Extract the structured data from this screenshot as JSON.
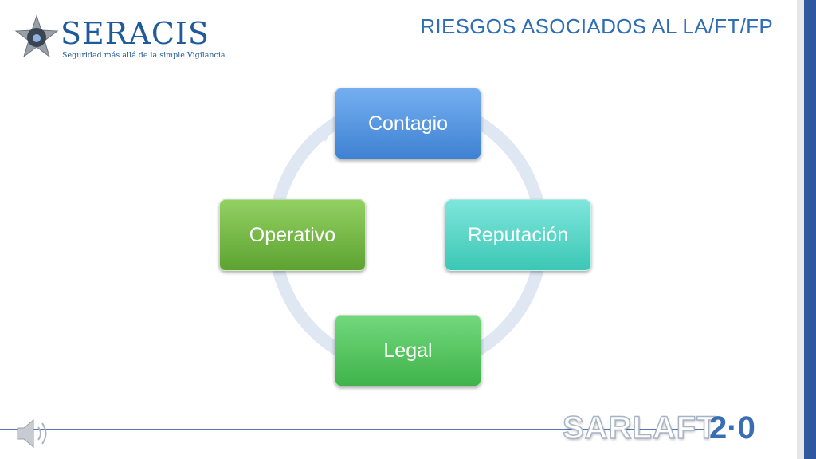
{
  "logo": {
    "name": "SERACIS",
    "tagline": "Seguridad más allá de la simple Vigilancia"
  },
  "header": {
    "title": "RIESGOS ASOCIADOS AL LA/FT/FP"
  },
  "cycle": {
    "items": [
      {
        "label": "Contagio",
        "color": "#4f8fdd"
      },
      {
        "label": "Reputación",
        "color": "#4fd3c2"
      },
      {
        "label": "Legal",
        "color": "#4cc257"
      },
      {
        "label": "Operativo",
        "color": "#6cb23e"
      }
    ]
  },
  "footer": {
    "brand": "SARLAFT",
    "version": "2·0"
  },
  "colors": {
    "accent": "#2e57a0",
    "title": "#2f6db5"
  }
}
